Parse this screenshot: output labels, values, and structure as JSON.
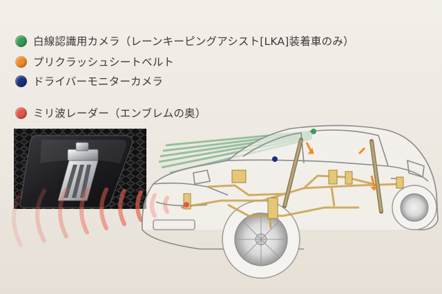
{
  "legend": [
    {
      "label": "白線認識用カメラ（レーンキーピングアシスト[LKA]装着車のみ）",
      "color": "#3a9a56"
    },
    {
      "label": "プリクラッシュシートベルト",
      "color": "#f08a2a"
    },
    {
      "label": "ドライバーモニターカメラ",
      "color": "#1f2f7a"
    },
    {
      "label": "ミリ波レーダー（エンブレムの奥）",
      "color": "#e0584a"
    }
  ],
  "icons": {
    "emblem": "crown-emblem-icon",
    "car": "car-illustration-icon"
  }
}
